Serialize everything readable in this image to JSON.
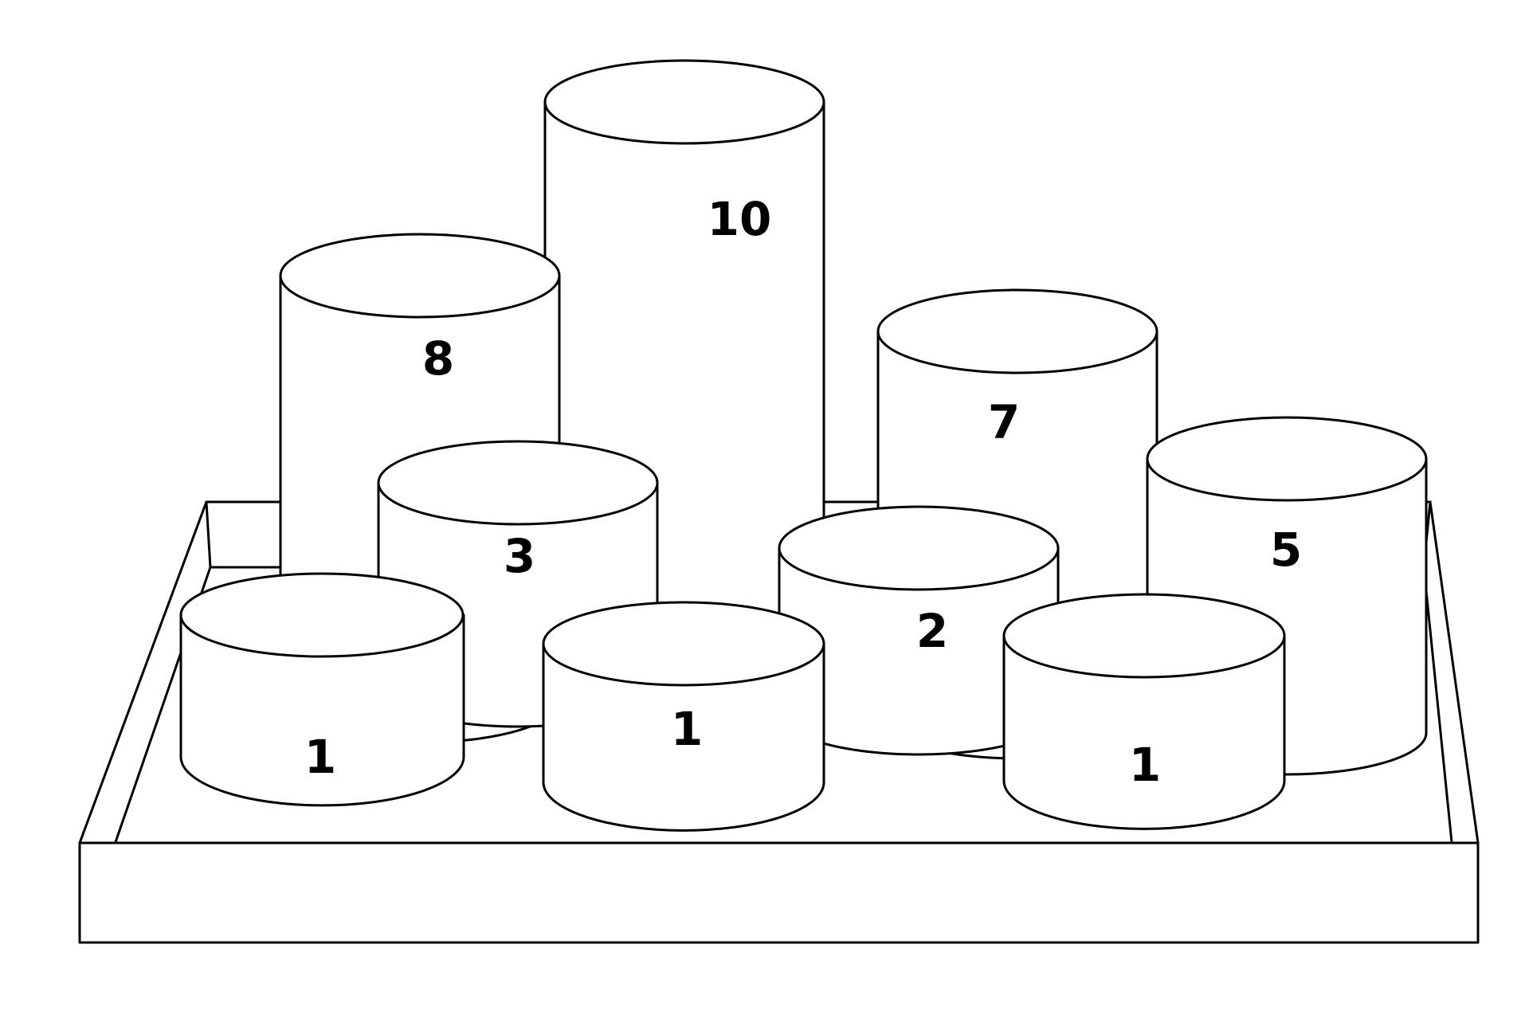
{
  "diagram": {
    "cylinders": [
      {
        "id": "tall-back",
        "label": "10"
      },
      {
        "id": "back-left",
        "label": "8"
      },
      {
        "id": "back-right",
        "label": "7"
      },
      {
        "id": "mid-left",
        "label": "3"
      },
      {
        "id": "right",
        "label": "5"
      },
      {
        "id": "mid-center",
        "label": "2"
      },
      {
        "id": "front-left",
        "label": "1"
      },
      {
        "id": "front-center",
        "label": "1"
      },
      {
        "id": "front-right",
        "label": "1"
      }
    ]
  }
}
